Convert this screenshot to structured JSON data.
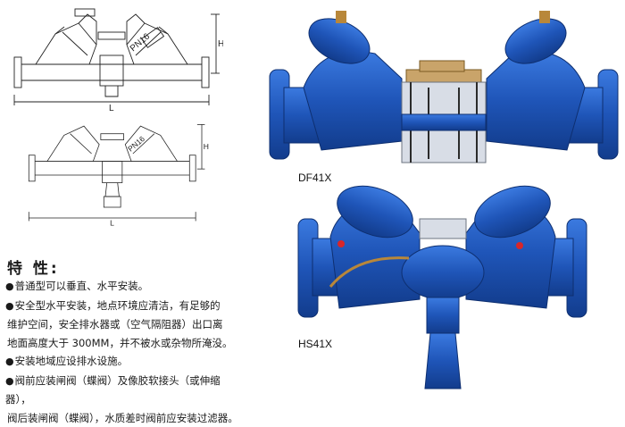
{
  "drawings": {
    "top": {
      "height_label": "H",
      "length_label": "L",
      "plate_text": "PN16"
    },
    "bottom": {
      "height_label": "H",
      "length_label": "L",
      "plate_text": "PN16"
    }
  },
  "features": {
    "title": "特 性:",
    "items": [
      {
        "lines": [
          "普通型可以垂直、水平安装。"
        ]
      },
      {
        "lines": [
          "安全型水平安装，地点环境应清洁，有足够的",
          "维护空间，安全排水器或（空气隔阻器）出口离",
          "地面高度大于 300MM，并不被水或杂物所淹没。"
        ]
      },
      {
        "lines": [
          "安装地域应设排水设施。"
        ]
      },
      {
        "lines": [
          "阀前应装闸阀（蝶阀）及像胶软接头（或伸缩器），",
          "阀后装闸阀（蝶阀），水质差时阀前应安装过滤器。"
        ]
      }
    ],
    "bullet": "●"
  },
  "products": [
    {
      "model": "DF41X",
      "body_color": "#1f55b8",
      "accent_color": "#b8873a"
    },
    {
      "model": "HS41X",
      "body_color": "#1f55b8",
      "accent_color": "#b8873a"
    }
  ]
}
